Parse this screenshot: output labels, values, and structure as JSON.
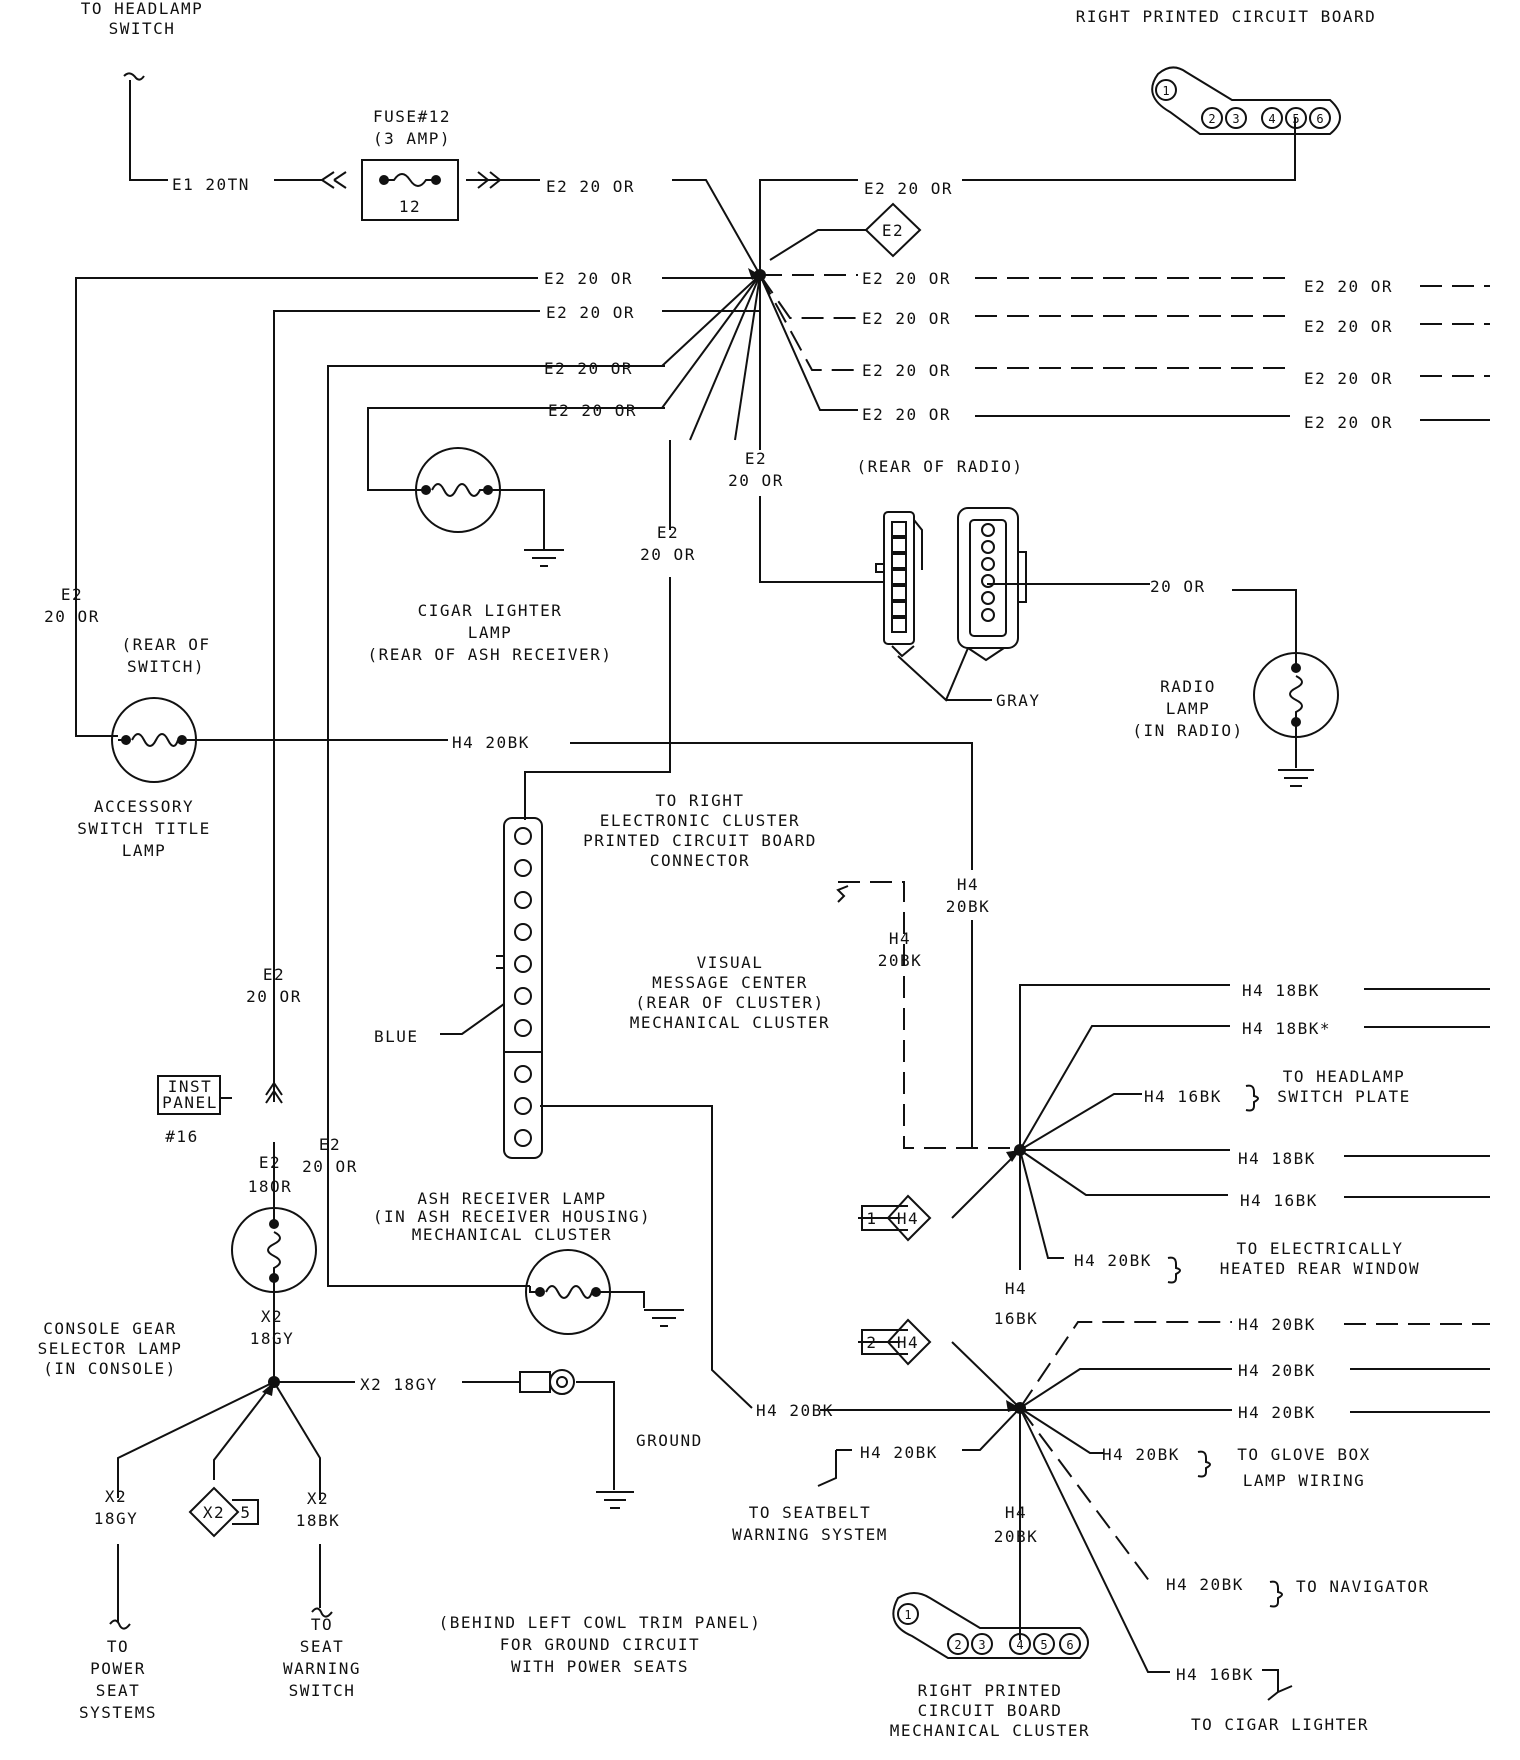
{
  "labels": {
    "to_headlamp_switch": "TO HEADLAMP\nSWITCH",
    "right_pcb_top": "RIGHT PRINTED CIRCUIT BOARD",
    "fuse_title": "FUSE#12\n(3 AMP)",
    "fuse_num": "12",
    "e1_wire": "E1 20TN",
    "e2_20_or": "E2 20 OR",
    "e2_box": "E2",
    "e2_stack": "E2\n20 OR",
    "rear_of_radio": "(REAR OF RADIO)",
    "gray": "GRAY",
    "wire_20_or": "20 OR",
    "radio_lamp": "RADIO\nLAMP\n(IN RADIO)",
    "cigar_lamp": "CIGAR LIGHTER\nLAMP\n(REAR OF ASH RECEIVER)",
    "rear_of_switch": "(REAR OF\nSWITCH)",
    "accessory_lamp": "ACCESSORY\nSWITCH TITLE\nLAMP",
    "h4_20bk": "H4 20BK",
    "h4_20bk_stack": "H4\n20BK",
    "to_right_cluster": "TO RIGHT\nELECTRONIC CLUSTER\nPRINTED CIRCUIT BOARD\nCONNECTOR",
    "visual_message": "VISUAL\nMESSAGE CENTER\n(REAR OF CLUSTER)\nMECHANICAL CLUSTER",
    "blue": "BLUE",
    "h4_18bk": "H4 18BK",
    "h4_18bk_star": "H4 18BK*",
    "h4_16bk": "H4 16BK",
    "h4_16bk_stack": "H4\n16BK",
    "to_headlamp_plate": "TO HEADLAMP\nSWITCH PLATE",
    "to_rear_window": "TO ELECTRICALLY\nHEATED REAR WINDOW",
    "inst_panel": "INST\nPANEL",
    "inst_16": "#16",
    "e2_18or": "E2\n18OR",
    "ash_lamp": "ASH RECEIVER LAMP\n(IN ASH RECEIVER HOUSING)\nMECHANICAL CLUSTER",
    "console_lamp": "CONSOLE GEAR\nSELECTOR LAMP\n(IN CONSOLE)",
    "x2_18gy_stack": "X2\n18GY",
    "x2_18gy": "X2 18GY",
    "x2_18bk": "X2\n18BK",
    "x2_box": "X2",
    "x2_box_num": "5",
    "ground": "GROUND",
    "to_power_seat": "TO\nPOWER\nSEAT\nSYSTEMS",
    "to_seat_warning": "TO\nSEAT\nWARNING\nSWITCH",
    "behind_cowl": "(BEHIND LEFT COWL TRIM PANEL)\nFOR GROUND CIRCUIT\nWITH POWER SEATS",
    "to_seatbelt": "TO SEATBELT\nWARNING SYSTEM",
    "to_glove_box": "TO GLOVE BOX\nLAMP WIRING",
    "to_navigator": "TO NAVIGATOR",
    "right_pcb_bottom": "RIGHT PRINTED\nCIRCUIT BOARD\nMECHANICAL CLUSTER",
    "to_cigar_lighter": "TO CIGAR LIGHTER",
    "conn_h4_1": "1",
    "conn_h4_2": "2",
    "h4_box": "H4",
    "pcb_pins": [
      "1",
      "2",
      "3",
      "4",
      "5",
      "6"
    ]
  }
}
